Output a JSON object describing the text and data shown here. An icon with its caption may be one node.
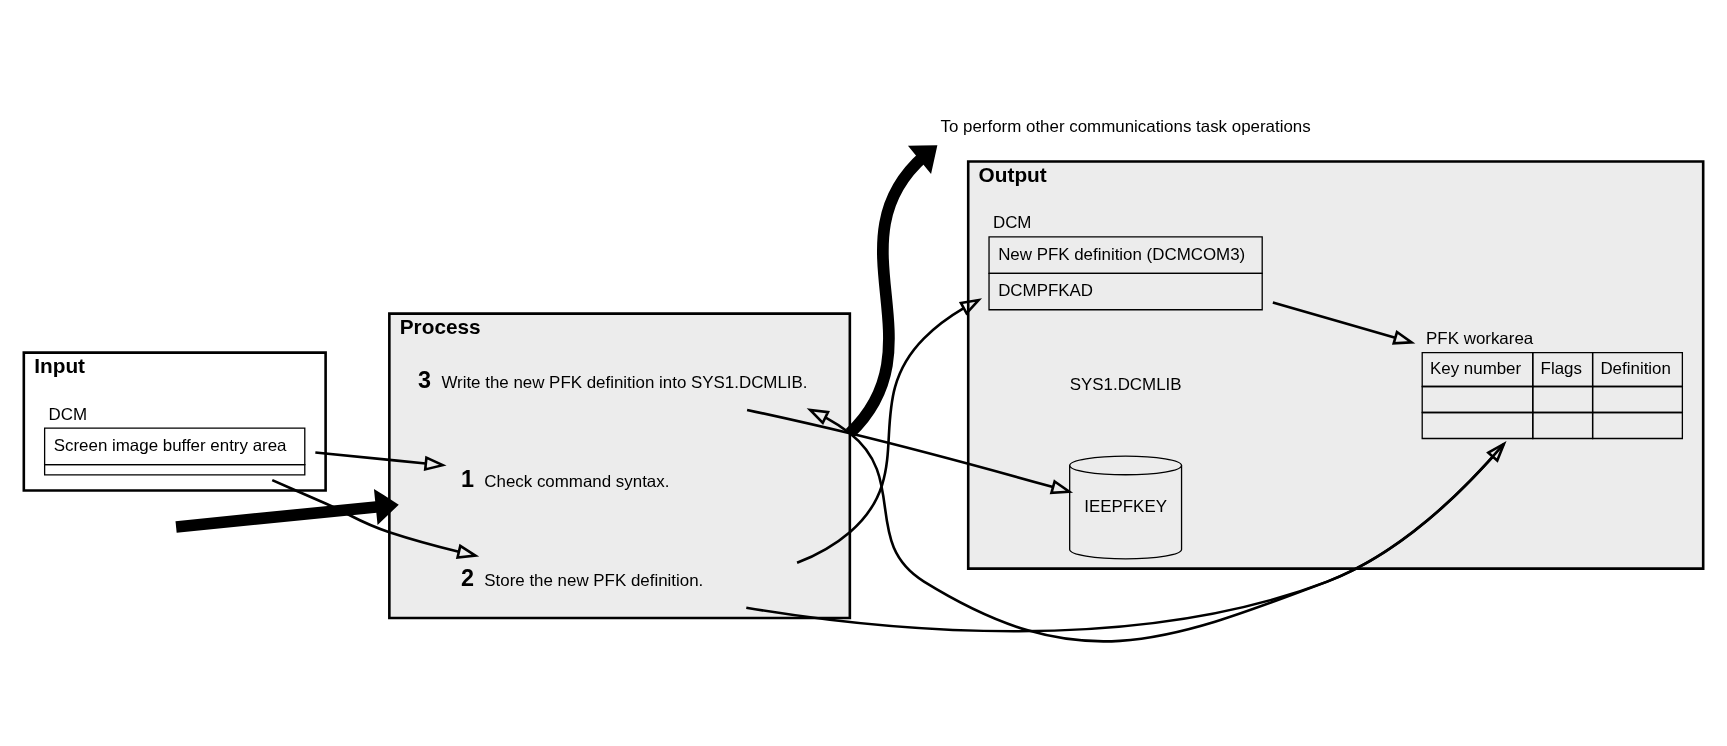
{
  "diagram": {
    "nodes": [
      {
        "text": [
          "Input"
        ]
      },
      {
        "text": [
          "DCM",
          "Screen image buffer entry area"
        ],
        "in": 0
      },
      {
        "text": [
          "Process"
        ]
      },
      {
        "text": [
          "1",
          "Check command syntax."
        ],
        "in": 2
      },
      {
        "text": [
          "2",
          "Store the new PFK definition."
        ],
        "in": 2
      },
      {
        "text": [
          "3",
          "Write the new PFK definition into SYS1.DCMLIB."
        ],
        "in": 2
      },
      {
        "text": [
          "Output"
        ]
      },
      {
        "text": [
          "DCM",
          "New PFK definition (DCMCOM3)",
          "DCMPFKAD"
        ],
        "in": 6
      },
      {
        "text": [
          "PFK workarea",
          "Key number",
          "Flags",
          "Definition"
        ],
        "in": 6
      },
      {
        "text": [
          "IEEPFKEY"
        ],
        "in": 6
      },
      {
        "text": [
          "To perform other communications task operations"
        ]
      }
    ],
    "edges": [
      {
        "from": 1,
        "to": 3,
        "arrow": "to"
      },
      {
        "from": 1,
        "to": 4,
        "arrow": "to"
      },
      {
        "from": 4,
        "to": 7,
        "arrow": "to"
      },
      {
        "from": 4,
        "to": 8,
        "arrow": "to"
      },
      {
        "from": 7,
        "to": 8,
        "arrow": "to"
      },
      {
        "from": 8,
        "to": 5,
        "arrow": "to"
      },
      {
        "from": 5,
        "to": 9,
        "arrow": "to"
      },
      {
        "from": null,
        "to": 2,
        "arrow": "to",
        "style": "thick"
      },
      {
        "from": 2,
        "to": 10,
        "arrow": "to",
        "style": "thick"
      }
    ],
    "labels": [
      "SYS1.DCMLIB"
    ]
  }
}
